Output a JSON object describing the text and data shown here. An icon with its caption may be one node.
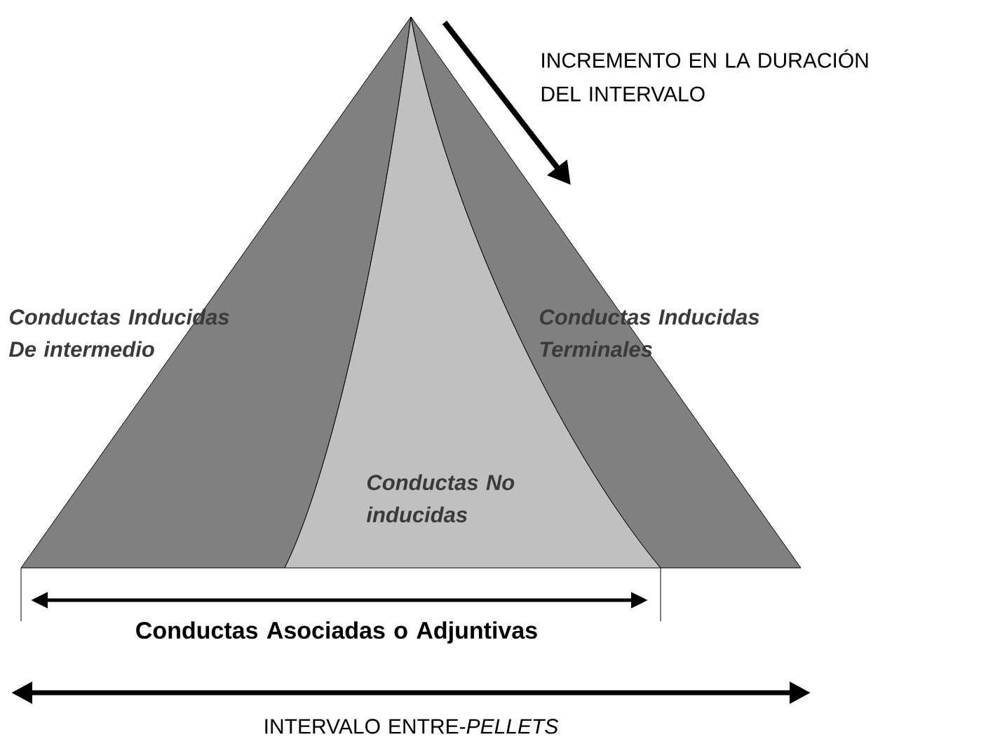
{
  "diagram": {
    "nodes": [
      {
        "text": [
          "Conductas Inducidas De intermedio"
        ]
      },
      {
        "text": [
          "Conductas No inducidas"
        ]
      },
      {
        "text": [
          "Conductas Inducidas Terminales"
        ]
      }
    ],
    "labels": [
      "INCREMENTO EN LA DURACIÓN DEL INTERVALO",
      "Conductas Asociadas o Adjuntivas",
      "INTERVALO ENTRE-*PELLETS*"
    ]
  }
}
